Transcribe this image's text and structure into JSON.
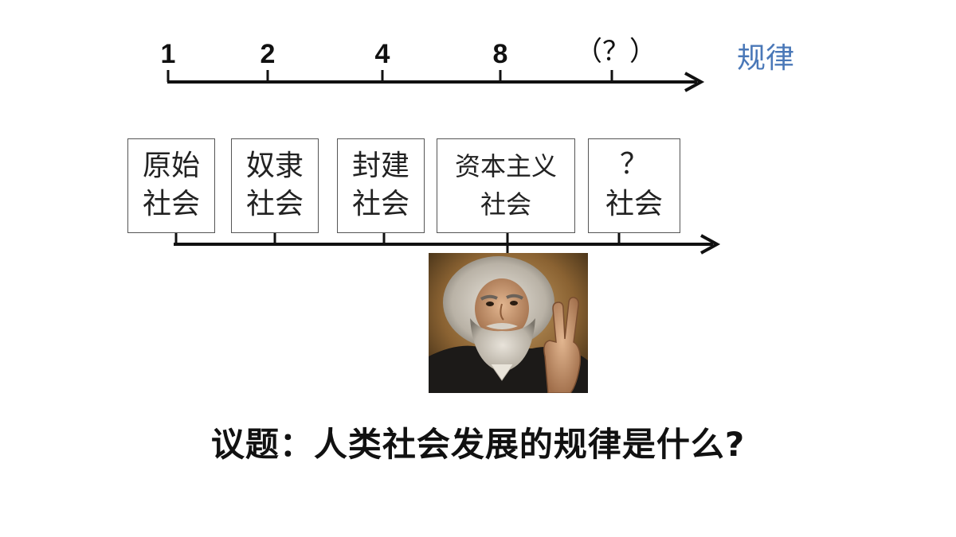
{
  "sequence": {
    "numbers": [
      "1",
      "2",
      "4",
      "8",
      "（？）"
    ],
    "label": "规律"
  },
  "stages": [
    {
      "line1": "原始",
      "line2": "社会"
    },
    {
      "line1": "奴隶",
      "line2": "社会"
    },
    {
      "line1": "封建",
      "line2": "社会"
    },
    {
      "line1": "资本主义",
      "line2": "社会"
    },
    {
      "line1": "？",
      "line2": "社会"
    }
  ],
  "topic": "议题：人类社会发展的规律是什么?",
  "colors": {
    "law_label": "#4a78b8",
    "axis": "#111111",
    "box_border": "#555555"
  }
}
